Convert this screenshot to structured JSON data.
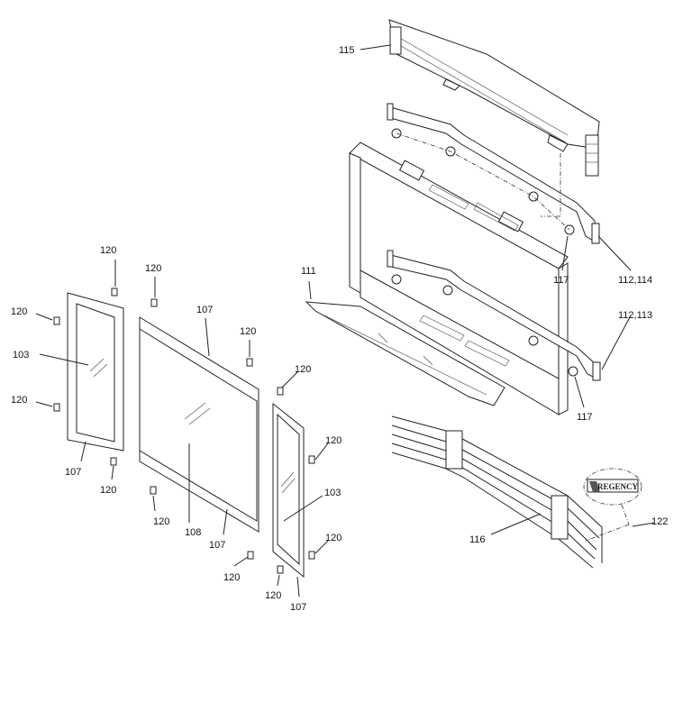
{
  "title": "Fireplace front exploded parts diagram",
  "labels": [
    {
      "text": "115"
    },
    {
      "text": "120"
    },
    {
      "text": "120"
    },
    {
      "text": "107"
    },
    {
      "text": "120"
    },
    {
      "text": "120"
    },
    {
      "text": "103"
    },
    {
      "text": "120"
    },
    {
      "text": "120"
    },
    {
      "text": "107"
    },
    {
      "text": "120"
    },
    {
      "text": "120"
    },
    {
      "text": "103"
    },
    {
      "text": "120"
    },
    {
      "text": "108"
    },
    {
      "text": "107"
    },
    {
      "text": "120"
    },
    {
      "text": "120"
    },
    {
      "text": "120"
    },
    {
      "text": "107"
    },
    {
      "text": "111"
    },
    {
      "text": "117"
    },
    {
      "text": "112,114"
    },
    {
      "text": "112,113"
    },
    {
      "text": "117"
    },
    {
      "text": "116"
    },
    {
      "text": "122"
    }
  ],
  "logo": {
    "text": "REGENCY"
  }
}
